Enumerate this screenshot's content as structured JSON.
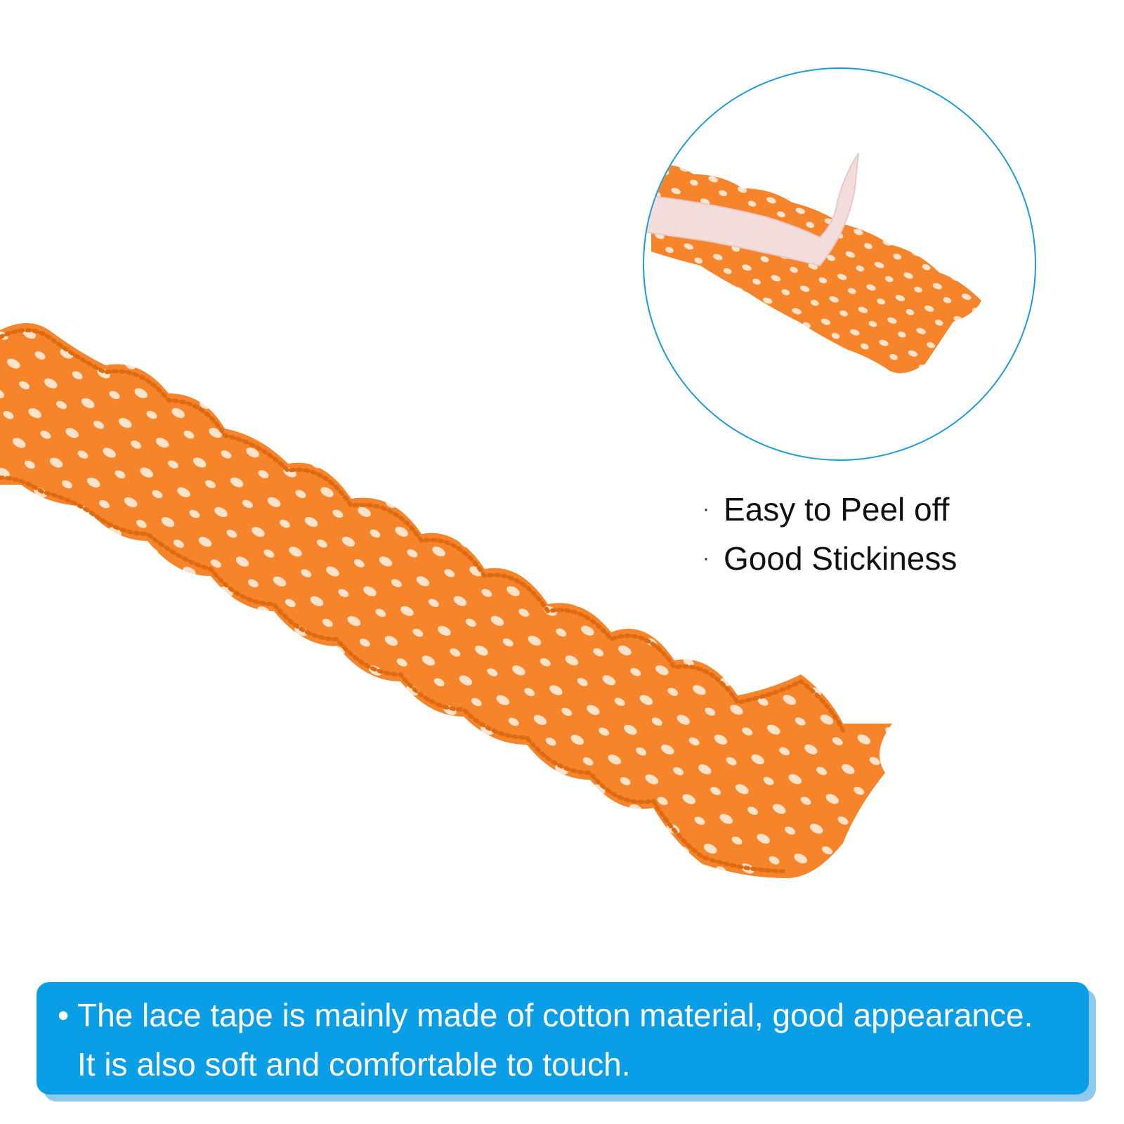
{
  "product": {
    "lace_color": "#f5842a",
    "lace_shadow_color": "#e06a12",
    "hole_color": "#fff3e6",
    "backing_color": "#f3dcdc"
  },
  "inset": {
    "border_color": "#1e9bd7"
  },
  "features": [
    {
      "text": "Easy to Peel off"
    },
    {
      "text": "Good Stickiness"
    }
  ],
  "banner": {
    "background": "#0a9ee6",
    "line1": "The lace tape is mainly made of cotton material, good appearance.",
    "line2": "It is also soft and comfortable to touch."
  }
}
